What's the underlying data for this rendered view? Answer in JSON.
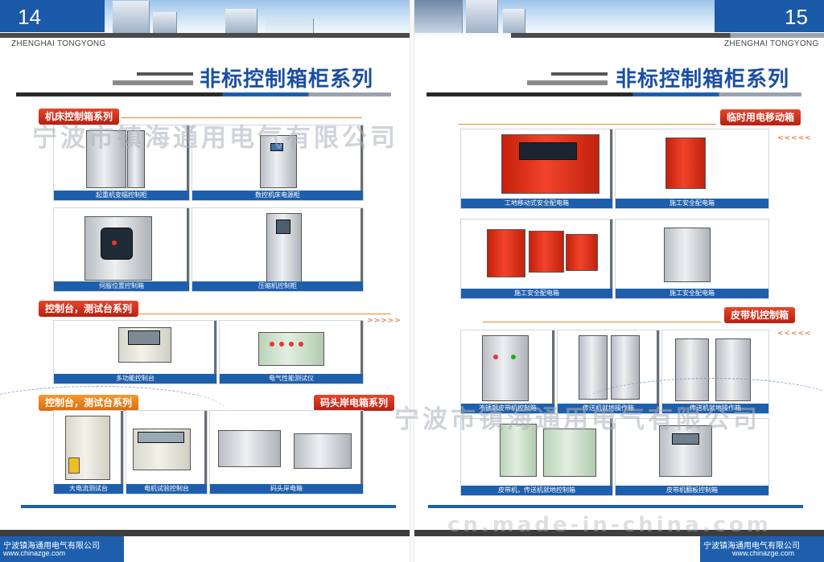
{
  "left_page": {
    "page_number": "14",
    "brand": "ZHENGHAI TONGYONG",
    "title": "非标控制箱柜系列",
    "sections": [
      {
        "label": "机床控制箱系列"
      },
      {
        "label": "控制台，测试台系列"
      },
      {
        "label": "控制台，测试台系列"
      },
      {
        "label": "码头岸电箱系列"
      }
    ],
    "products": [
      {
        "caption": "起重机变幅控制柜"
      },
      {
        "caption": "数控机床电源柜"
      },
      {
        "caption": "伺服位置控制箱"
      },
      {
        "caption": "压缩机控制柜"
      },
      {
        "caption": "多功能控制台"
      },
      {
        "caption": "电气性能测试仪"
      },
      {
        "caption": "大电流测试台"
      },
      {
        "caption": "电机试验控制台"
      },
      {
        "caption": "码头岸电箱"
      }
    ],
    "chevrons": ">>>>>",
    "footer_company": "宁波镇海通用电气有限公司",
    "footer_url": "www.chinazge.com"
  },
  "right_page": {
    "page_number": "15",
    "brand": "ZHENGHAI TONGYONG",
    "title": "非标控制箱柜系列",
    "sections": [
      {
        "label": "临时用电移动箱"
      },
      {
        "label": "皮带机控制箱"
      }
    ],
    "products": [
      {
        "caption": "工地移动式安全配电箱"
      },
      {
        "caption": "施工安全配电箱"
      },
      {
        "caption": "施工安全配电箱"
      },
      {
        "caption": "施工安全配电箱"
      },
      {
        "caption": "不锈钢皮带机控制箱"
      },
      {
        "caption": "传送机就地操作箱"
      },
      {
        "caption": "传送机就地操作箱"
      },
      {
        "caption": "皮带机，传送机就地控制箱"
      },
      {
        "caption": "皮带机翻板控制箱"
      }
    ],
    "chevrons": "<<<<<",
    "footer_company": "宁波镇海通用电气有限公司",
    "footer_url": "www.chinazge.com"
  },
  "watermark": {
    "company": "宁波市镇海通用电气有限公司",
    "url": "cn.made-in-china.com"
  },
  "colors": {
    "blue": "#1e5fad",
    "title": "#1a4fa0",
    "tag_red": "#d2341d",
    "accent_orange": "#e58a2a"
  }
}
